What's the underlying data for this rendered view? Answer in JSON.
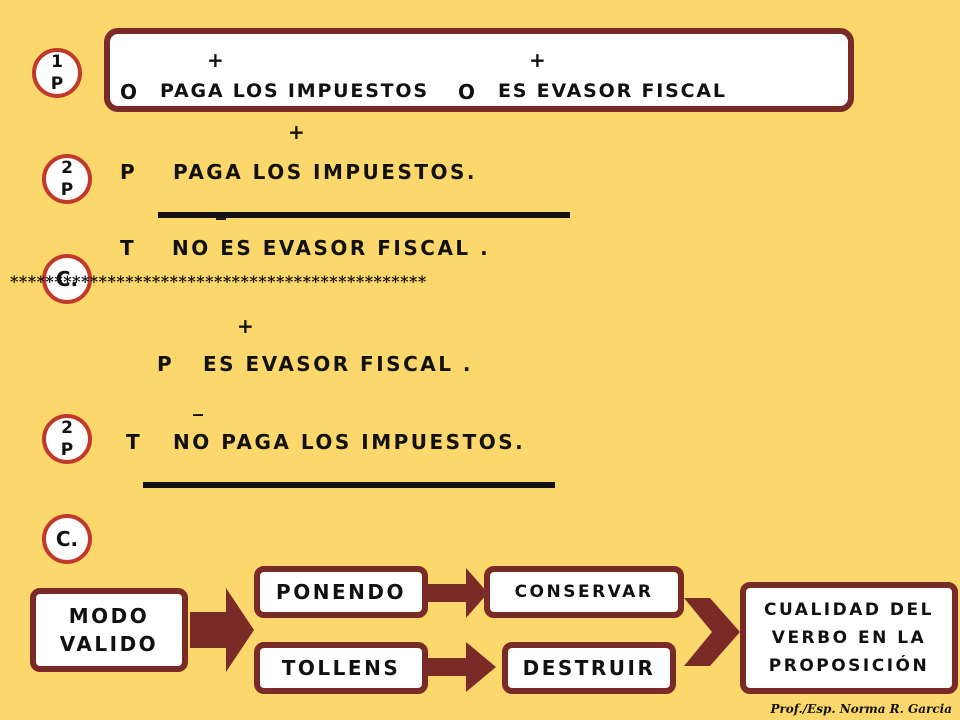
{
  "colors": {
    "background": "#fcd76b",
    "frame": "#7a2b28",
    "badge_border": "#c0392b",
    "arrow": "#7a2b28"
  },
  "badges": {
    "b1": {
      "top": "1",
      "bottom": "P"
    },
    "b2": {
      "top": "2",
      "bottom": "P"
    },
    "b3": {
      "text": "C."
    },
    "b4": {
      "top": "2",
      "bottom": "P"
    },
    "b5": {
      "text": "C."
    }
  },
  "premise1": {
    "plus1": "+",
    "plus2": "+",
    "left": "O",
    "left_text": "PAGA LOS IMPUESTOS",
    "right": "O",
    "right_text": "ES EVASOR FISCAL"
  },
  "premise2a": {
    "plus": "+",
    "letter": "P",
    "text": "PAGA LOS IMPUESTOS."
  },
  "conclusion_a": {
    "minus": "_",
    "letter": "T",
    "text": "NO ES EVASOR FISCAL ."
  },
  "separator": "***********************************************",
  "premise2b": {
    "plus": "+",
    "letter": "P",
    "text": "ES EVASOR FISCAL ."
  },
  "conclusion_b": {
    "minus": "_",
    "letter": "T",
    "text": "NO PAGA LOS IMPUESTOS."
  },
  "flow": {
    "modo": "MODO VALIDO",
    "ponendo": "PONENDO",
    "tollens": "TOLLENS",
    "conservar": "CONSERVAR",
    "destruir": "DESTRUIR",
    "cualidad": "CUALIDAD DEL VERBO EN LA PROPOSICIÓN"
  },
  "signature": "Prof./Esp. Norma R. Garcia"
}
